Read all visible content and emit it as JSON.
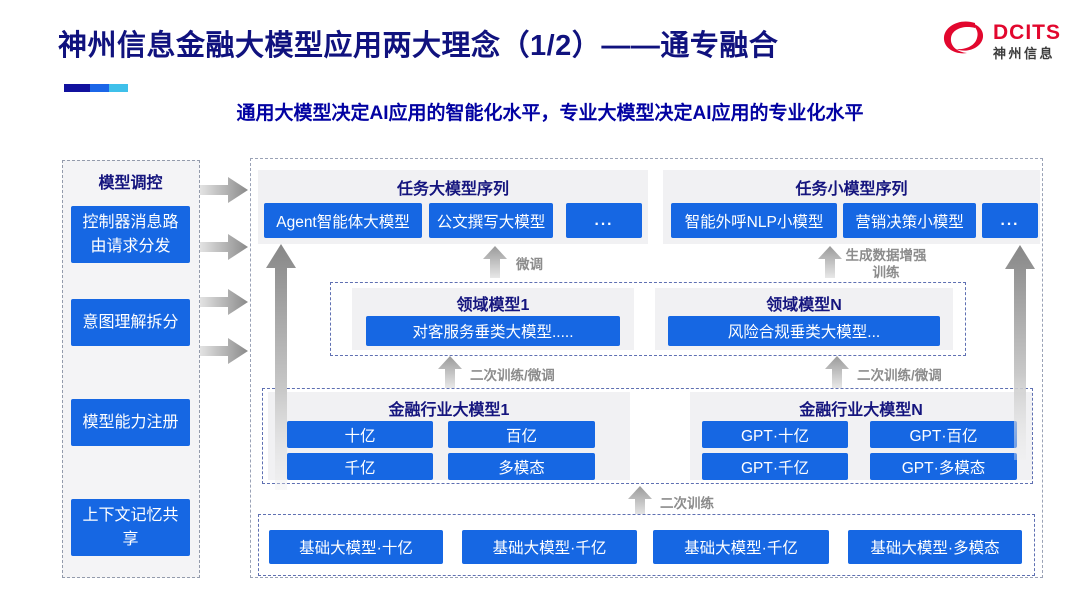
{
  "slide": {
    "title": "神州信息金融大模型应用两大理念（1/2）——通专融合",
    "subtitle": "通用大模型决定AI应用的智能化水平，专业大模型决定AI应用的专业化水平"
  },
  "logo": {
    "name": "DCITS",
    "cn": "神州信息"
  },
  "colors": {
    "primary_blue": "#1667e3",
    "navy_text": "#15157e",
    "logo_red": "#e2072e",
    "arrow_label_gray": "#8c8c8c"
  },
  "sidebar": {
    "title": "模型调控",
    "items": [
      "控制器消息路由请求分发",
      "意图理解拆分",
      "模型能力注册",
      "上下文记忆共享"
    ]
  },
  "top_groups": [
    {
      "title": "任务大模型序列",
      "items": [
        "Agent智能体大模型",
        "公文撰写大模型",
        "..."
      ]
    },
    {
      "title": "任务小模型序列",
      "items": [
        "智能外呼NLP小模型",
        "营销决策小模型",
        "..."
      ]
    }
  ],
  "arrows": {
    "finetune": "微调",
    "gen_data": "生成数据增强训练",
    "retrain_finetune_1": "二次训练/微调",
    "retrain_finetune_2": "二次训练/微调",
    "retrain": "二次训练"
  },
  "domain_groups": [
    {
      "title": "领域模型1",
      "item": "对客服务垂类大模型....."
    },
    {
      "title": "领域模型N",
      "item": "风险合规垂类大模型..."
    }
  ],
  "industry_groups": [
    {
      "title": "金融行业大模型1",
      "items": [
        "十亿",
        "百亿",
        "千亿",
        "多模态"
      ]
    },
    {
      "title": "金融行业大模型N",
      "items": [
        "GPT·十亿",
        "GPT·百亿",
        "GPT·千亿",
        "GPT·多模态"
      ]
    }
  ],
  "base_models": [
    "基础大模型·十亿",
    "基础大模型·千亿",
    "基础大模型·千亿",
    "基础大模型·多模态"
  ]
}
